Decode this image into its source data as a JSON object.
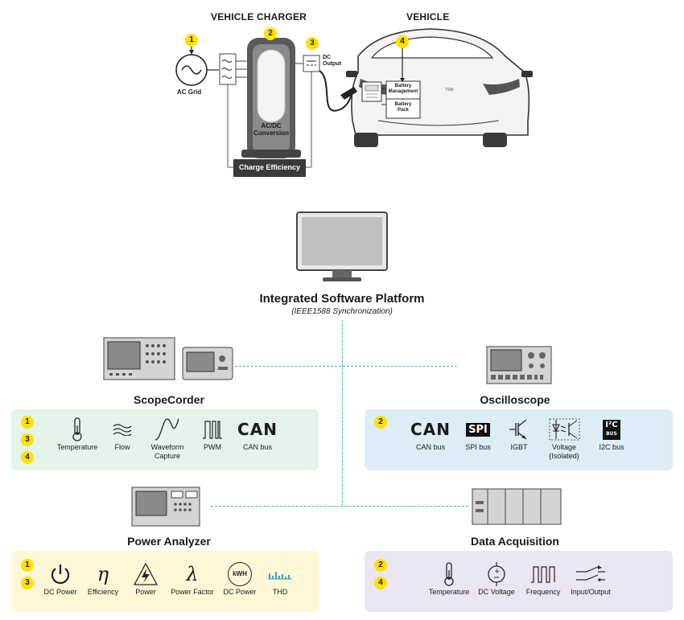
{
  "top": {
    "vehicle_charger_header": "VEHICLE CHARGER",
    "vehicle_header": "VEHICLE",
    "ac_grid": "AC Grid",
    "dc_output_line1": "DC",
    "dc_output_line2": "Output",
    "acdc_line1": "AC/DC",
    "acdc_line2": "Conversion",
    "battery_mgmt_line1": "Battery",
    "battery_mgmt_line2": "Management",
    "battery_pack_line1": "Battery",
    "battery_pack_line2": "Pack",
    "charge_efficiency": "Charge Efficiency",
    "badges": [
      "1",
      "2",
      "3",
      "4"
    ]
  },
  "platform": {
    "title": "Integrated Software Platform",
    "subtitle": "(IEEE1588 Synchronization)"
  },
  "scopecorder": {
    "title": "ScopeCorder",
    "badges": [
      "1",
      "3",
      "4"
    ],
    "items": [
      "Temperature",
      "Flow",
      "Waveform",
      "Capture",
      "PWM",
      "CAN bus"
    ],
    "can_logo": "CAN"
  },
  "oscilloscope": {
    "title": "Oscilloscope",
    "badges": [
      "2"
    ],
    "items": [
      "CAN bus",
      "SPI bus",
      "IGBT",
      "Voltage",
      "(Isolated)",
      "I2C bus"
    ],
    "can_logo": "CAN",
    "spi_logo": "SPI",
    "i2c_logo_top": "I²C",
    "i2c_logo_bottom": "BUS"
  },
  "power_analyzer": {
    "title": "Power Analyzer",
    "badges": [
      "1",
      "3"
    ],
    "items": [
      "DC Power",
      "Efficiency",
      "Power",
      "Power Factor",
      "DC Power",
      "THD"
    ],
    "eta": "η",
    "lambda": "λ",
    "kwh": "kWH"
  },
  "data_acquisition": {
    "title": "Data Acquisition",
    "badges": [
      "2",
      "4"
    ],
    "items": [
      "Temperature",
      "DC Voltage",
      "Frequency",
      "Input/Output"
    ]
  },
  "colors": {
    "badge": "#ffe000",
    "dash": "#3cb4c8",
    "scopecorder_panel": "#e4f4ea",
    "oscilloscope_panel": "#dcedf7",
    "power_panel": "#fdf7d6",
    "daq_panel": "#ebe6f3",
    "charge_efficiency_bg": "#3a3a3a"
  }
}
